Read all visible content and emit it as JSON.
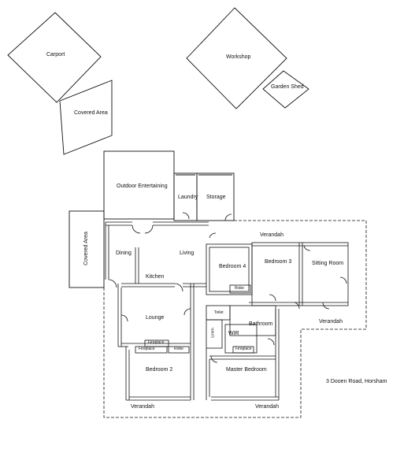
{
  "labels": {
    "carport": "Carport",
    "covered_area_top": "Covered Area",
    "workshop": "Workshop",
    "garden_shed": "Garden Shed",
    "outdoor_entertaining": "Outdoor Entertaining",
    "laundry": "Laundry",
    "storage": "Storage",
    "covered_area_side": "Covered Area",
    "verandah_top": "Verandah",
    "dining": "Dining",
    "living": "Living",
    "kitchen": "Kitchen",
    "bedroom_4": "Bedroom 4",
    "bedroom_3": "Bedroom 3",
    "sitting_room": "Sitting Room",
    "robe_b4": "Robe",
    "lounge": "Lounge",
    "toilet": "Toilet",
    "bathroom": "Bathroom",
    "linen": "Linen",
    "wir": "WIR",
    "fireplace_lounge": "Fireplace",
    "fireplace_bed2": "Fireplace",
    "robe_bed2": "Robe",
    "fireplace_master": "Fireplace",
    "verandah_right": "Verandah",
    "bedroom_2": "Bedroom 2",
    "master_bedroom": "Master Bedroom",
    "verandah_bottom_left": "Verandah",
    "verandah_bottom_right": "Verandah",
    "address": "3 Dooen Road, Horsham"
  },
  "colors": {
    "line": "#111111",
    "background": "#ffffff"
  }
}
